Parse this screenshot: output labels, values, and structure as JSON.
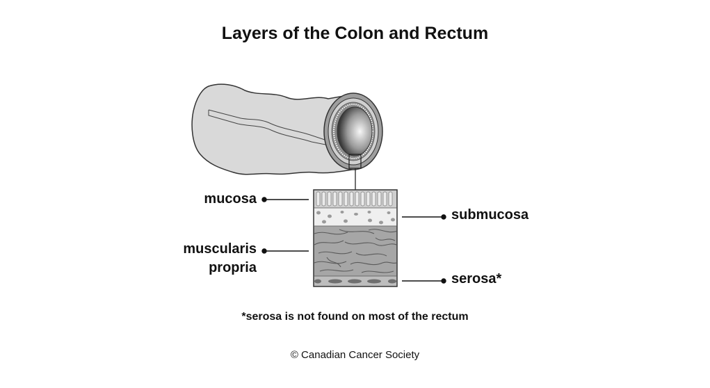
{
  "title": "Layers of the Colon and Rectum",
  "labels": {
    "mucosa": "mucosa",
    "submucosa": "submucosa",
    "muscularis_line1": "muscularis",
    "muscularis_line2": "propria",
    "serosa": "serosa*"
  },
  "footnote": "*serosa is not found on most of the rectum",
  "credit": "© Canadian Cancer Society",
  "colors": {
    "outline": "#333333",
    "colon_fill": "#d9d9d9",
    "mucosa": "#cfcfcf",
    "submucosa": "#efefef",
    "muscularis": "#a6a6a6",
    "serosa": "#bdbdbd"
  }
}
